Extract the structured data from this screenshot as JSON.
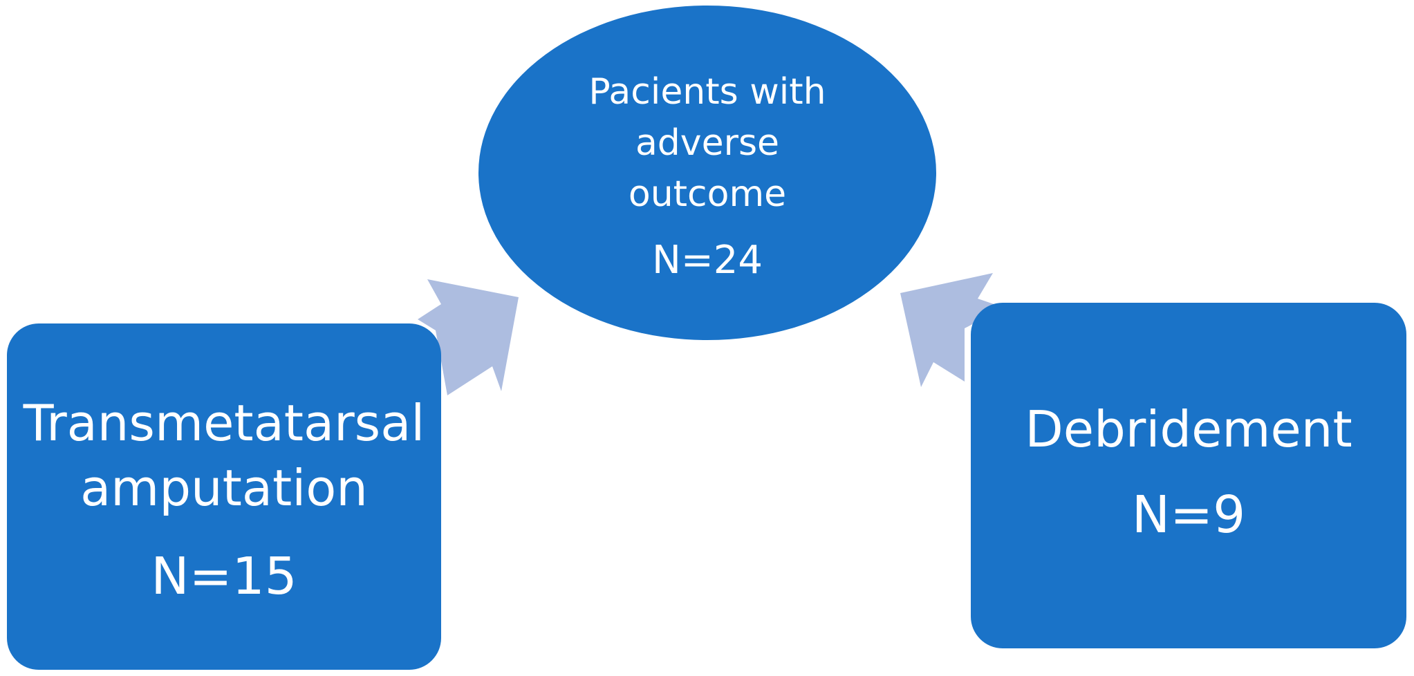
{
  "colors": {
    "node_fill": "#1a73c8",
    "arrow_fill": "#adbde0",
    "text": "#ffffff"
  },
  "center_node": {
    "title": "Pacients with adverse outcome",
    "count": "N=24"
  },
  "left_node": {
    "title": "Transmetatarsal amputation",
    "count": "N=15"
  },
  "right_node": {
    "title": "Debridement",
    "count": "N=9"
  }
}
